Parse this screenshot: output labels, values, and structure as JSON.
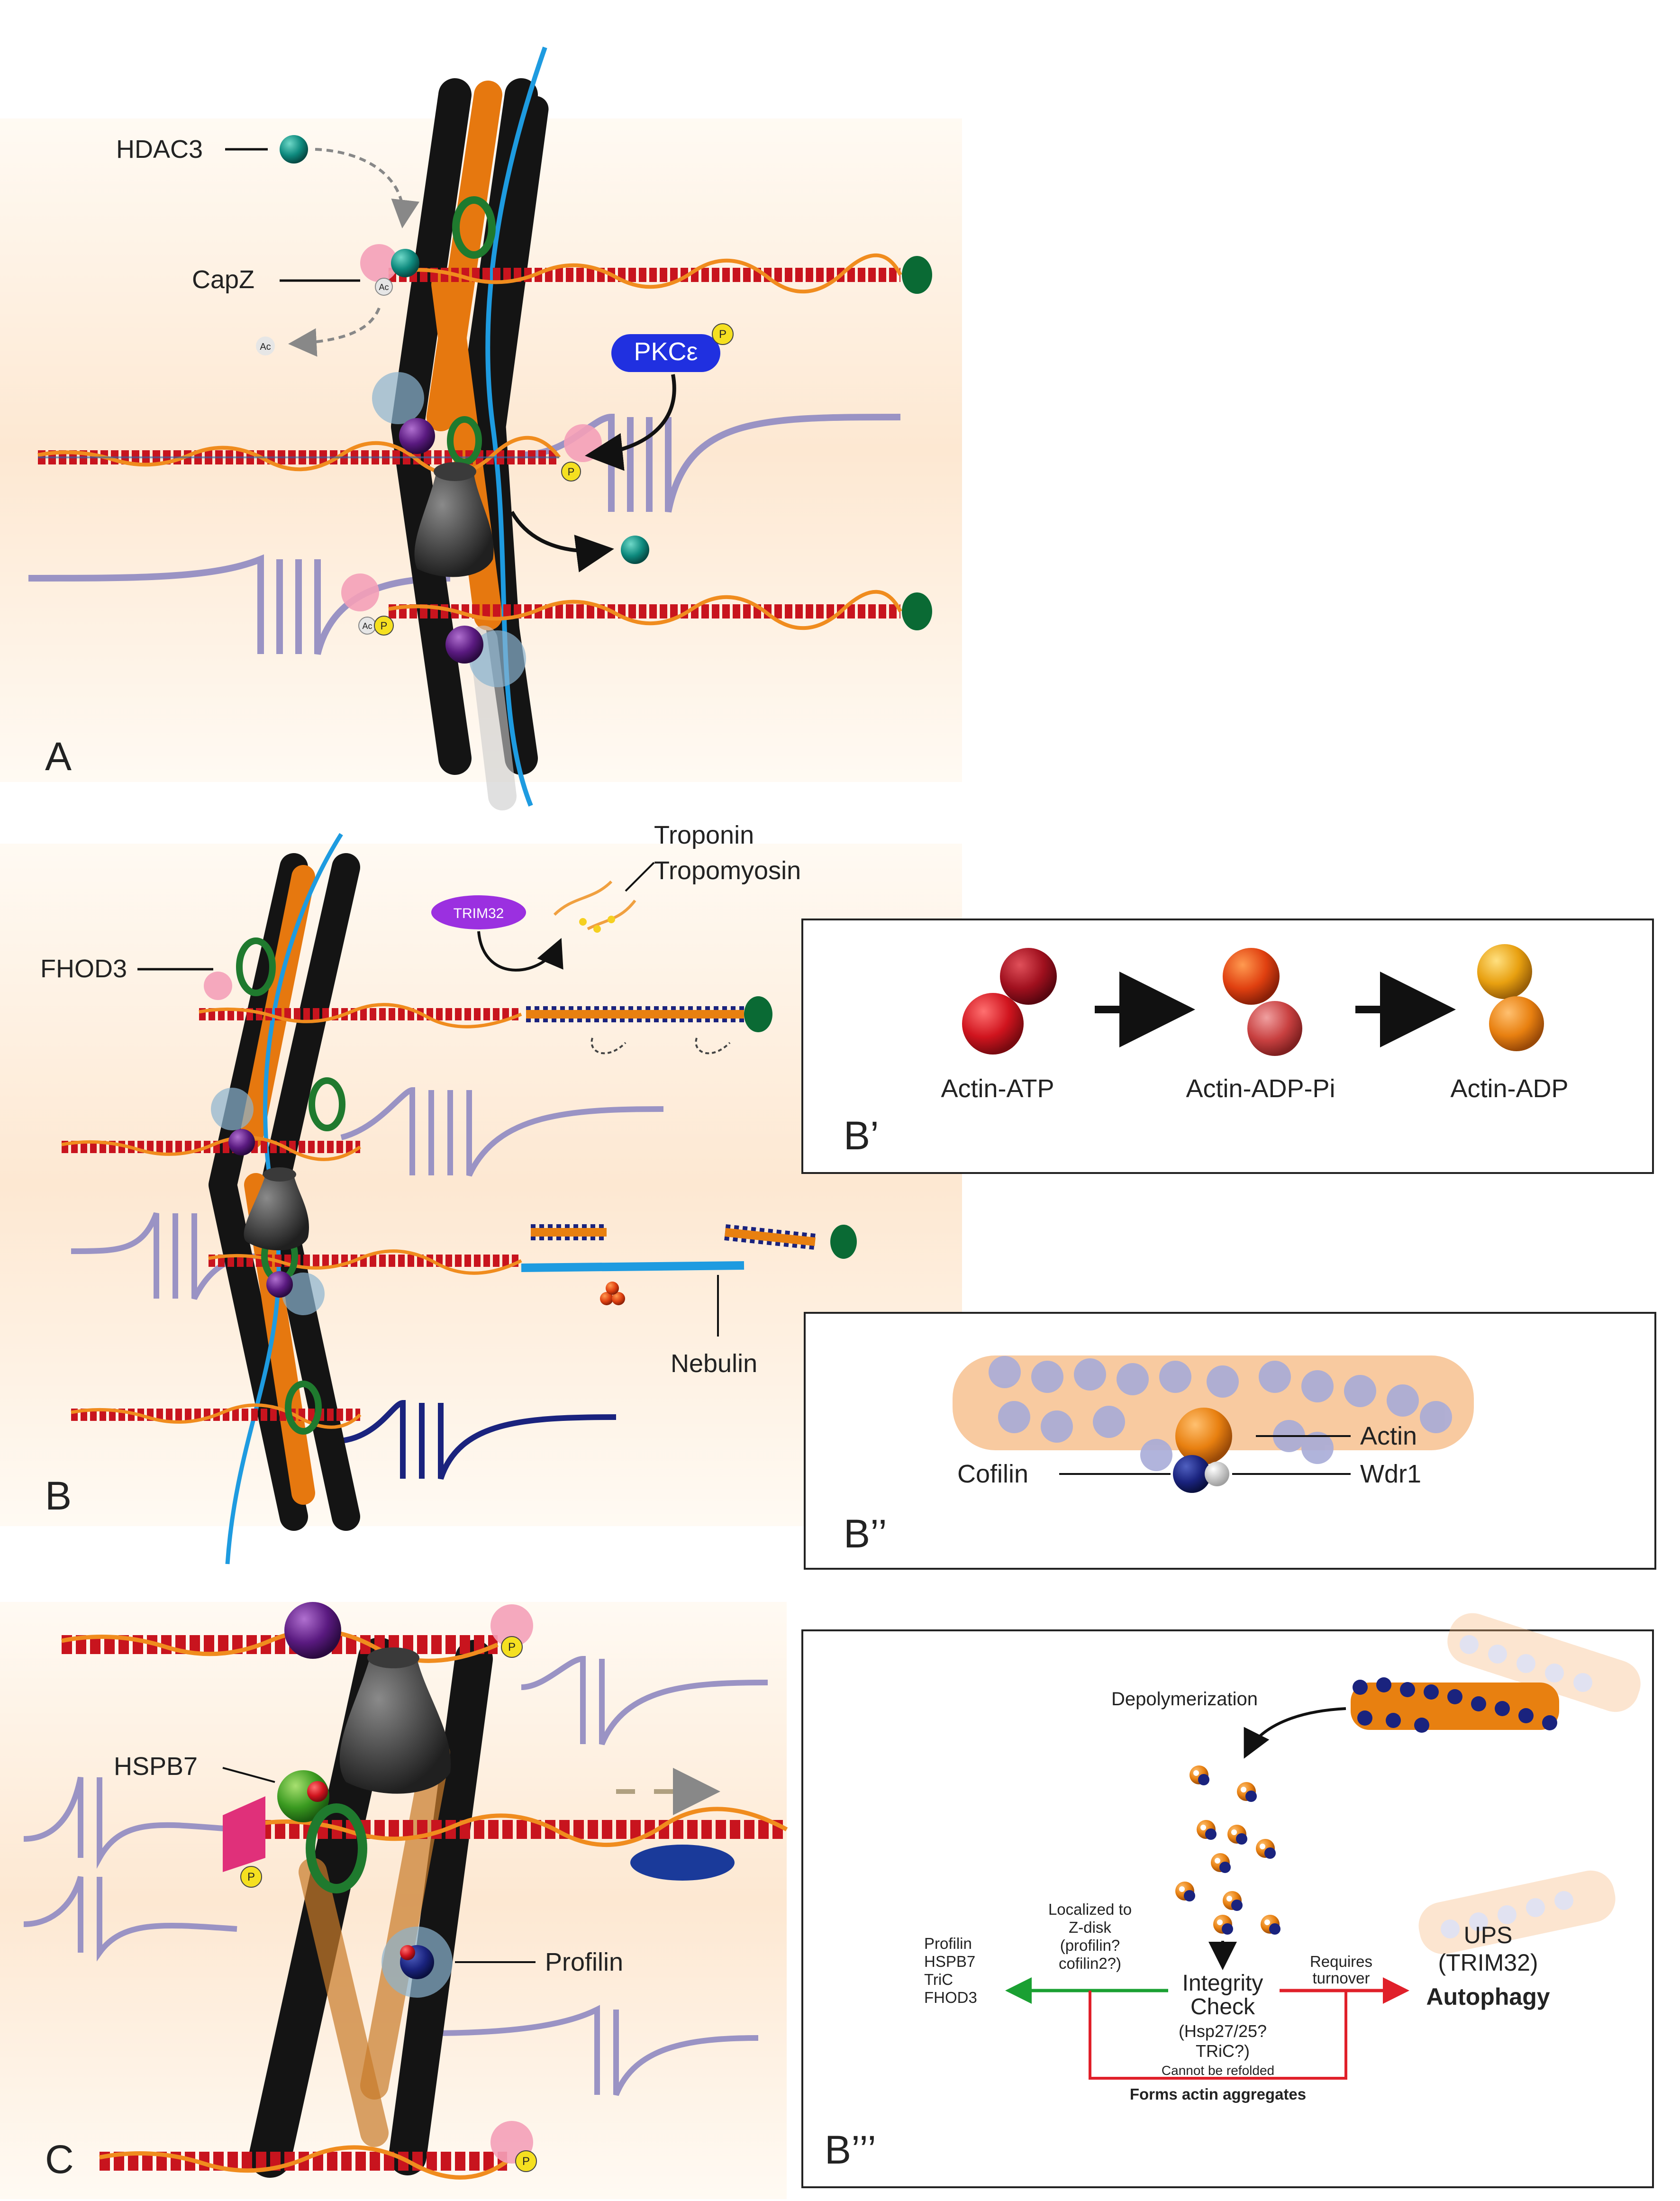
{
  "panels": {
    "A": {
      "letter": "A",
      "hdac3": "HDAC3",
      "capz": "CapZ",
      "pkc": "PKCε",
      "ac": "Ac",
      "p": "P"
    },
    "B": {
      "letter": "B",
      "fhod3": "FHOD3",
      "trim32": "TRIM32",
      "troponin": "Troponin",
      "tropomyosin": "Tropomyosin",
      "nebulin": "Nebulin"
    },
    "C": {
      "letter": "C",
      "hspb7": "HSPB7",
      "profilin": "Profilin"
    },
    "B1": {
      "letter": "B’",
      "states": [
        "Actin-ATP",
        "Actin-ADP-Pi",
        "Actin-ADP"
      ]
    },
    "B2": {
      "letter": "B’’",
      "actin": "Actin",
      "cofilin": "Cofilin",
      "wdr1": "Wdr1"
    },
    "B3": {
      "letter": "B’’’",
      "depolymerization": "Depolymerization",
      "integrity": [
        "Integrity",
        "Check"
      ],
      "chaperones": [
        "(Hsp27/25?",
        "TRiC?)"
      ],
      "localized": [
        "Localized to",
        "Z-disk",
        "(profilin?",
        "cofilin2?)"
      ],
      "requires": [
        "Requires",
        "turnover"
      ],
      "ups": [
        "UPS",
        "(TRIM32)"
      ],
      "autophagy": "Autophagy",
      "left_list": [
        "Profilin",
        "HSPB7",
        "TriC",
        "FHOD3"
      ],
      "cannot": "Cannot be refolded",
      "aggregates": "Forms actin aggregates"
    }
  },
  "colors": {
    "actin_red": "#c8141e",
    "tropomyosin": "#f08c1e",
    "nebulin": "#1e9be0",
    "zdisk": "#141414",
    "alpha_actinin": "#e6780f",
    "titin": "#9a93c4",
    "hdac3": "#0e8a7e",
    "pkc": "#2030e0",
    "trim32": "#9b30e0",
    "cofilin": "#1a237e",
    "green_ring": "#1f7a2e",
    "arrow_green": "#1aa032",
    "arrow_red": "#e0202a"
  }
}
